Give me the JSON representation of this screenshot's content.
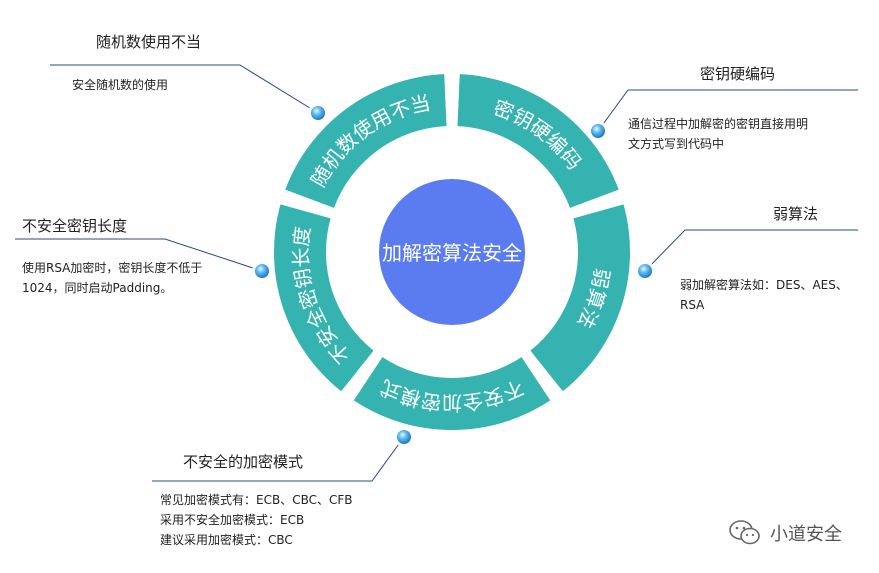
{
  "center": {
    "title": "加解密算法安全",
    "color": "#5b7cf0"
  },
  "ring": {
    "color": "#35b3b0",
    "dot_color": "#3a9be0"
  },
  "segments": [
    {
      "key": "random",
      "label": "随机数使用不当"
    },
    {
      "key": "hardcode",
      "label": "密钥硬编码"
    },
    {
      "key": "weakalg",
      "label": "弱算法"
    },
    {
      "key": "mode",
      "label": "不安全加密模式"
    },
    {
      "key": "keylen",
      "label": "不安全密钥长度"
    }
  ],
  "callouts": {
    "random": {
      "title": "随机数使用不当",
      "lines": [
        "安全随机数的使用"
      ]
    },
    "hardcode": {
      "title": "密钥硬编码",
      "lines": [
        "通信过程中加解密的密钥直接用明",
        "文方式写到代码中"
      ]
    },
    "weakalg": {
      "title": "弱算法",
      "lines": [
        "弱加解密算法如：DES、AES、",
        "RSA"
      ]
    },
    "mode": {
      "title": "不安全的加密模式",
      "lines": [
        "常见加密模式有：ECB、CBC、CFB",
        "采用不安全加密模式：ECB",
        "建议采用加密模式：CBC"
      ]
    },
    "keylen": {
      "title": "不安全密钥长度",
      "lines": [
        "使用RSA加密时，密钥长度不低于",
        "1024，同时启动Padding。"
      ]
    }
  },
  "watermark": {
    "text": "小道安全",
    "icon": "wechat-icon"
  }
}
